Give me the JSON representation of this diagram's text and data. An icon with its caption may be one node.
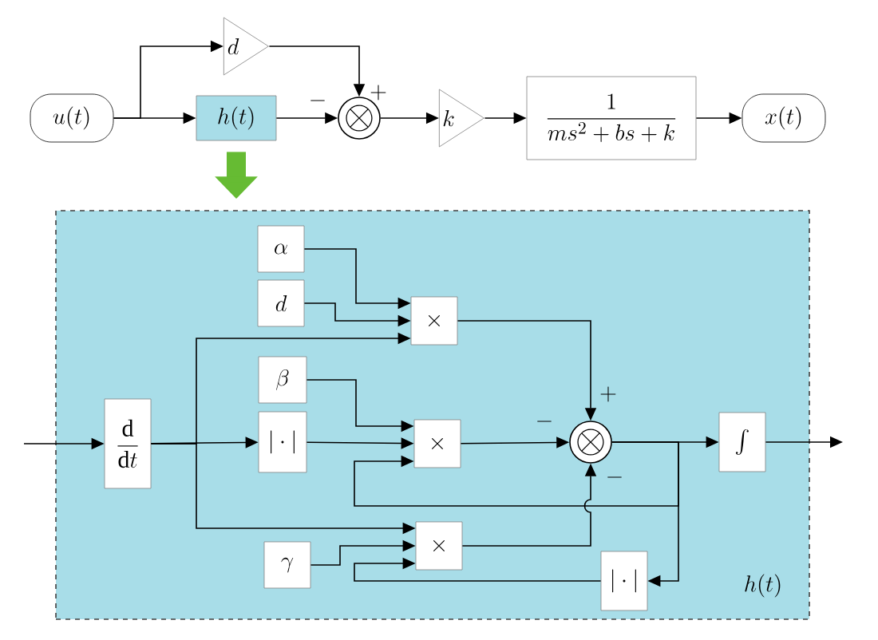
{
  "diagram": {
    "nodes": [
      {
        "text": [
          "u(t)"
        ]
      },
      {
        "text": [
          "d"
        ]
      },
      {
        "text": [
          "h(t)"
        ]
      },
      {
        "text": [
          "\\otimes"
        ]
      },
      {
        "text": [
          "k"
        ]
      },
      {
        "text": [
          "\\frac{1}{ms^{2}+bs+k}"
        ]
      },
      {
        "text": [
          "x(t)"
        ]
      },
      {
        "text": [
          "h(t)"
        ]
      },
      {
        "text": [
          "\\alpha"
        ],
        "in": 7
      },
      {
        "text": [
          "d"
        ],
        "in": 7
      },
      {
        "text": [
          "\\times"
        ],
        "in": 7
      },
      {
        "text": [
          "\\frac{\\mathrm{d}}{\\mathrm{d}t}"
        ],
        "in": 7
      },
      {
        "text": [
          "\\beta"
        ],
        "in": 7
      },
      {
        "text": [
          "|\\cdot|"
        ],
        "in": 7
      },
      {
        "text": [
          "\\times"
        ],
        "in": 7
      },
      {
        "text": [
          "\\otimes"
        ],
        "in": 7
      },
      {
        "text": [
          "\\int"
        ],
        "in": 7
      },
      {
        "text": [
          "\\gamma"
        ],
        "in": 7
      },
      {
        "text": [
          "\\times"
        ],
        "in": 7
      },
      {
        "text": [
          "|\\cdot|"
        ],
        "in": 7
      }
    ],
    "edges": [
      {
        "from": 0,
        "to": 1,
        "arrow": "to"
      },
      {
        "from": 0,
        "to": 2,
        "arrow": "to"
      },
      {
        "from": 1,
        "to": 3,
        "arrow": "to",
        "label": "+"
      },
      {
        "from": 2,
        "to": 3,
        "arrow": "to",
        "label": "-"
      },
      {
        "from": 3,
        "to": 4,
        "arrow": "to"
      },
      {
        "from": 4,
        "to": 5,
        "arrow": "to"
      },
      {
        "from": 5,
        "to": 6,
        "arrow": "to"
      },
      {
        "from": 2,
        "to": 7,
        "arrow": "to",
        "style": "thick",
        "color": "#66bb33"
      },
      {
        "from": null,
        "to": 11,
        "arrow": "to"
      },
      {
        "from": 8,
        "to": 10,
        "arrow": "to"
      },
      {
        "from": 9,
        "to": 10,
        "arrow": "to"
      },
      {
        "from": 11,
        "to": 10,
        "arrow": "to"
      },
      {
        "from": 11,
        "to": 13,
        "arrow": "to"
      },
      {
        "from": 12,
        "to": 14,
        "arrow": "to"
      },
      {
        "from": 13,
        "to": 14,
        "arrow": "to"
      },
      {
        "from": 11,
        "to": 18,
        "arrow": "to"
      },
      {
        "from": 17,
        "to": 18,
        "arrow": "to"
      },
      {
        "from": 10,
        "to": 15,
        "arrow": "to",
        "label": "+"
      },
      {
        "from": 14,
        "to": 15,
        "arrow": "to",
        "label": "-"
      },
      {
        "from": 18,
        "to": 15,
        "arrow": "to",
        "label": "-"
      },
      {
        "from": 15,
        "to": 16,
        "arrow": "to"
      },
      {
        "from": 15,
        "to": 14,
        "arrow": "to"
      },
      {
        "from": 15,
        "to": 19,
        "arrow": "to"
      },
      {
        "from": 19,
        "to": 18,
        "arrow": "to"
      },
      {
        "from": 16,
        "to": null,
        "arrow": "to"
      }
    ]
  }
}
